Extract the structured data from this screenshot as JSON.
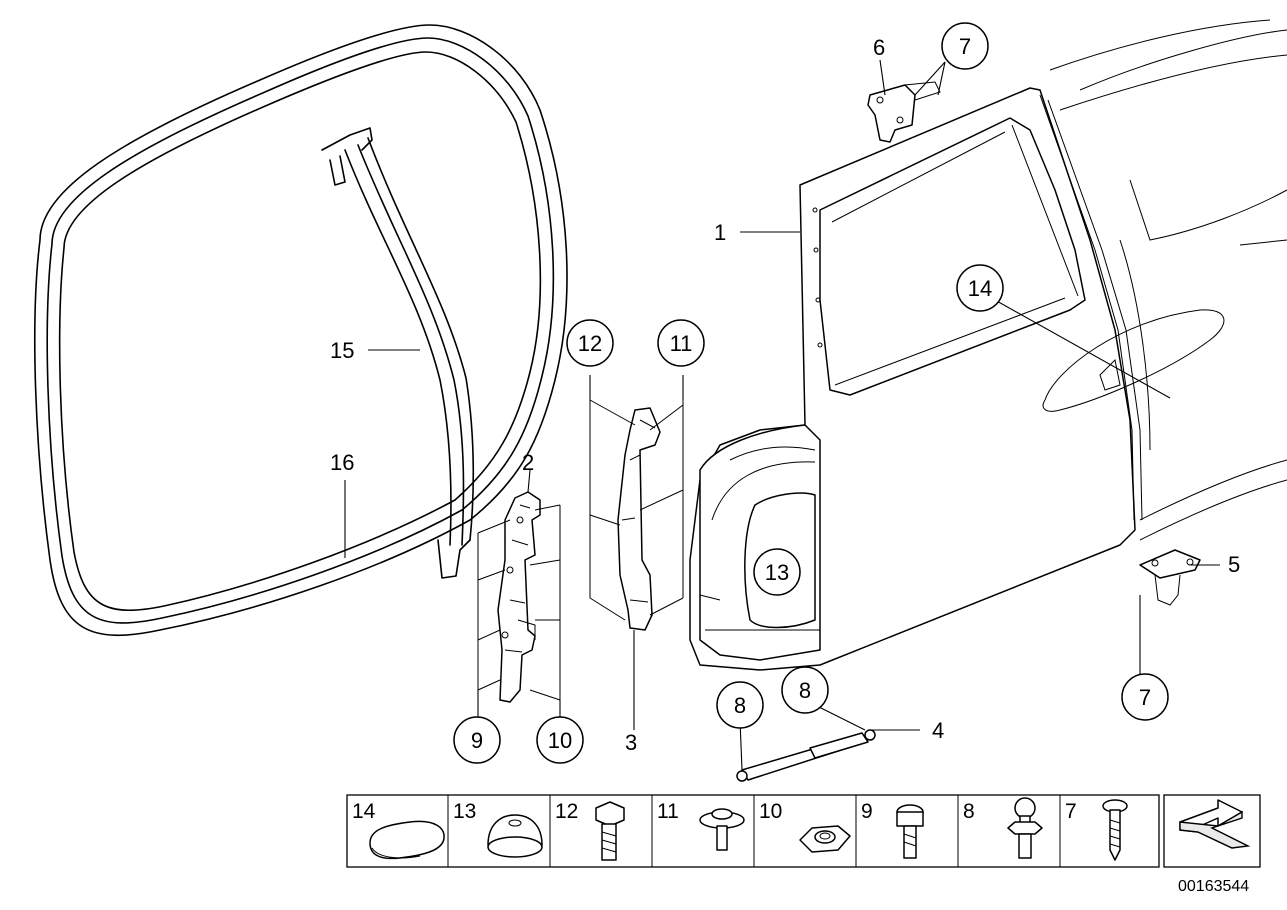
{
  "diagram": {
    "callouts": {
      "c1": "1",
      "c2": "2",
      "c3": "3",
      "c4": "4",
      "c5": "5",
      "c6": "6",
      "c7a": "7",
      "c7b": "7",
      "c8a": "8",
      "c8b": "8",
      "c9": "9",
      "c10": "10",
      "c11": "11",
      "c12": "12",
      "c13": "13",
      "c14": "14",
      "c15": "15",
      "c16": "16"
    },
    "legend": [
      {
        "label": "14",
        "icon": "plug-cap-icon"
      },
      {
        "label": "13",
        "icon": "rubber-grommet-icon"
      },
      {
        "label": "12",
        "icon": "hex-bolt-icon"
      },
      {
        "label": "11",
        "icon": "washer-screw-icon"
      },
      {
        "label": "10",
        "icon": "hex-nut-icon"
      },
      {
        "label": "9",
        "icon": "torx-bolt-icon"
      },
      {
        "label": "8",
        "icon": "ball-stud-icon"
      },
      {
        "label": "7",
        "icon": "self-tapping-screw-icon"
      }
    ],
    "corner_icon": "direction-arrow-icon",
    "doc_number": "00163544"
  }
}
